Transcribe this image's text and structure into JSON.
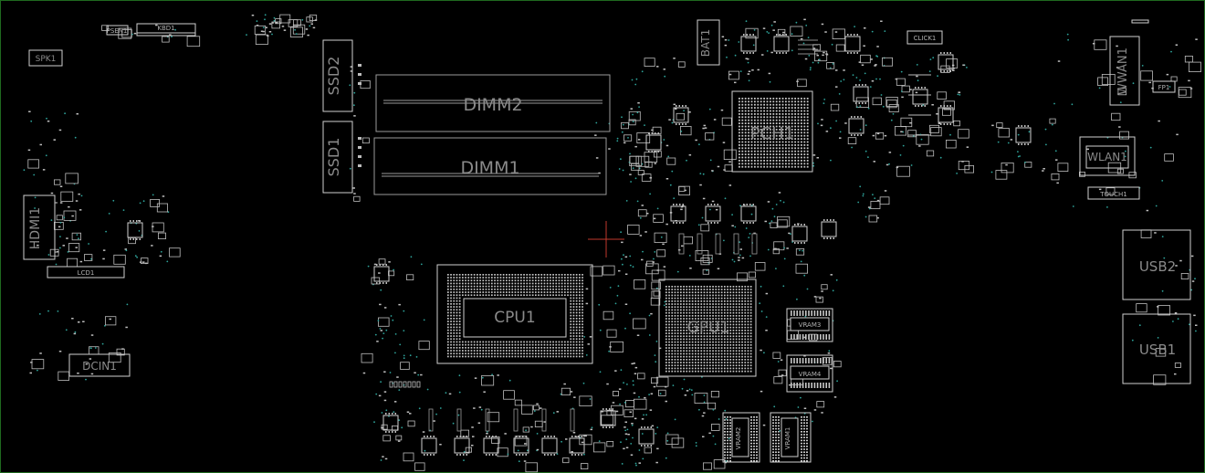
{
  "components": {
    "spk1": "SPK1",
    "psen1": "PSEN1",
    "kbd1": "KBD1",
    "ssd2": "SSD2",
    "ssd1": "SSD1",
    "dimm2": "DIMM2",
    "dimm1": "DIMM1",
    "bat1": "BAT1",
    "pch1": "PCH1",
    "click1": "CLICK1",
    "wwan1": "WWAN1",
    "fp1": "FP1",
    "wlan1": "WLAN1",
    "touch1": "TOUCH1",
    "hdmi1": "HDMI1",
    "lcd1": "LCD1",
    "dcin1": "DCIN1",
    "cpu1": "CPU1",
    "gpu1": "GPU1",
    "vram1": "VRAM1",
    "vram2": "VRAM2",
    "vram3": "VRAM3",
    "vram4": "VRAM4",
    "usb1": "USB1",
    "usb2": "USB2"
  }
}
